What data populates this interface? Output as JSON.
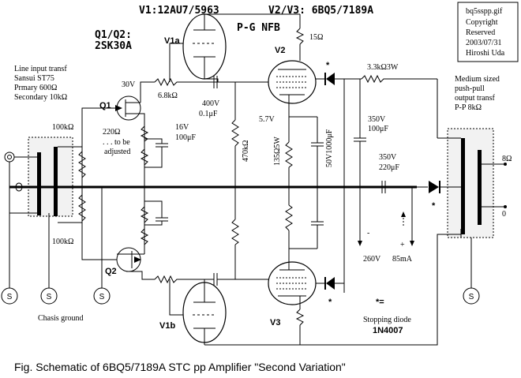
{
  "headings": {
    "v1": "V1:12AU7/5963",
    "v2v3": "V2/V3: 6BQ5/7189A",
    "q1q2_line1": "Q1/Q2:",
    "q1q2_line2": "2SK30A",
    "pg_nfb": "P-G NFB"
  },
  "copyright_box": {
    "lines": [
      "bq5sspp.gif",
      "Copyright",
      "Reserved",
      "2003/07/31",
      "Hiroshi Uda"
    ]
  },
  "input_transformer": {
    "line1": "Line input transf",
    "line2": "Sansui ST75",
    "line3": "Prmary 600Ω",
    "line4": "Secondary 10kΩ"
  },
  "output_transformer": {
    "line1": "Medium sized",
    "line2": "push-pull",
    "line3": "output transf",
    "line4": "P-P 8kΩ",
    "tap_high": "8Ω",
    "tap_low": "0"
  },
  "components": {
    "q1": "Q1",
    "q2": "Q2",
    "v1a": "V1a",
    "v1b": "V1b",
    "v2": "V2",
    "v3": "V3",
    "r_in_top": "100kΩ",
    "r_in_bot": "100kΩ",
    "v30": "30V",
    "r_source": "220Ω",
    "adjust1": ". . . to be",
    "adjust2": "adjusted",
    "c_src_v": "16V",
    "c_src_val": "100μF",
    "r_load": "6.8kΩ",
    "c_coup_v": "400V",
    "c_coup_val": "0.1μF",
    "r_grid": "470kΩ",
    "v57": "5.7V",
    "r_cath": "135Ω5W",
    "c_cath": "50V1000μF",
    "r_g2": "15Ω",
    "r_3k3": "3.3kΩ3W",
    "c_filt_v": "350V",
    "c_filt_val": "100μF",
    "c_main_v": "350V",
    "c_main_val": "220μF",
    "minus": "-",
    "plus": "+",
    "v260": "260V",
    "i85": "85mA",
    "star_note": "*=",
    "stopping1": "Stopping diode",
    "stopping2": "1N4007",
    "chassis": "Chasis ground",
    "s_label": "S",
    "star": "*"
  },
  "caption": "Fig. Schematic of 6BQ5/7189A STC pp Amplifier \"Second Variation\""
}
